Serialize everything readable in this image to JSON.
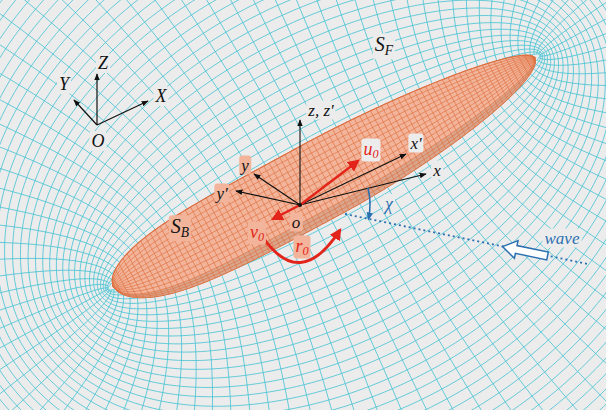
{
  "diagram": {
    "labels": [
      "Y",
      "Z",
      "X",
      "O",
      "SF",
      "z, z'",
      "x'",
      "x",
      "y",
      "y'",
      "u0",
      "v0",
      "o",
      "χ",
      "wave",
      "r0",
      "SB"
    ]
  }
}
